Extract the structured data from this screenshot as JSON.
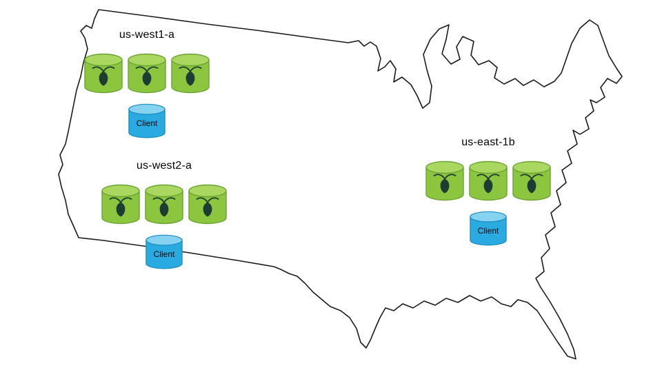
{
  "map": {
    "name": "united-states-outline"
  },
  "regions": [
    {
      "id": "us-west1-a",
      "label": "us-west1-a",
      "node_count": 3,
      "node_icon": "cockroach-icon",
      "client_label": "Client"
    },
    {
      "id": "us-west2-a",
      "label": "us-west2-a",
      "node_count": 3,
      "node_icon": "cockroach-icon",
      "client_label": "Client"
    },
    {
      "id": "us-east-1b",
      "label": "us-east-1b",
      "node_count": 3,
      "node_icon": "cockroach-icon",
      "client_label": "Client"
    }
  ],
  "colors": {
    "node_fill": "#8cc63f",
    "node_top": "#a9d75f",
    "node_stroke": "#69a331",
    "client_fill": "#29abe2",
    "client_top": "#86d2f1",
    "client_stroke": "#1b8dbf",
    "bug": "#1d3c34",
    "map_outline": "#1a1a1a",
    "label_text": "#000000"
  }
}
